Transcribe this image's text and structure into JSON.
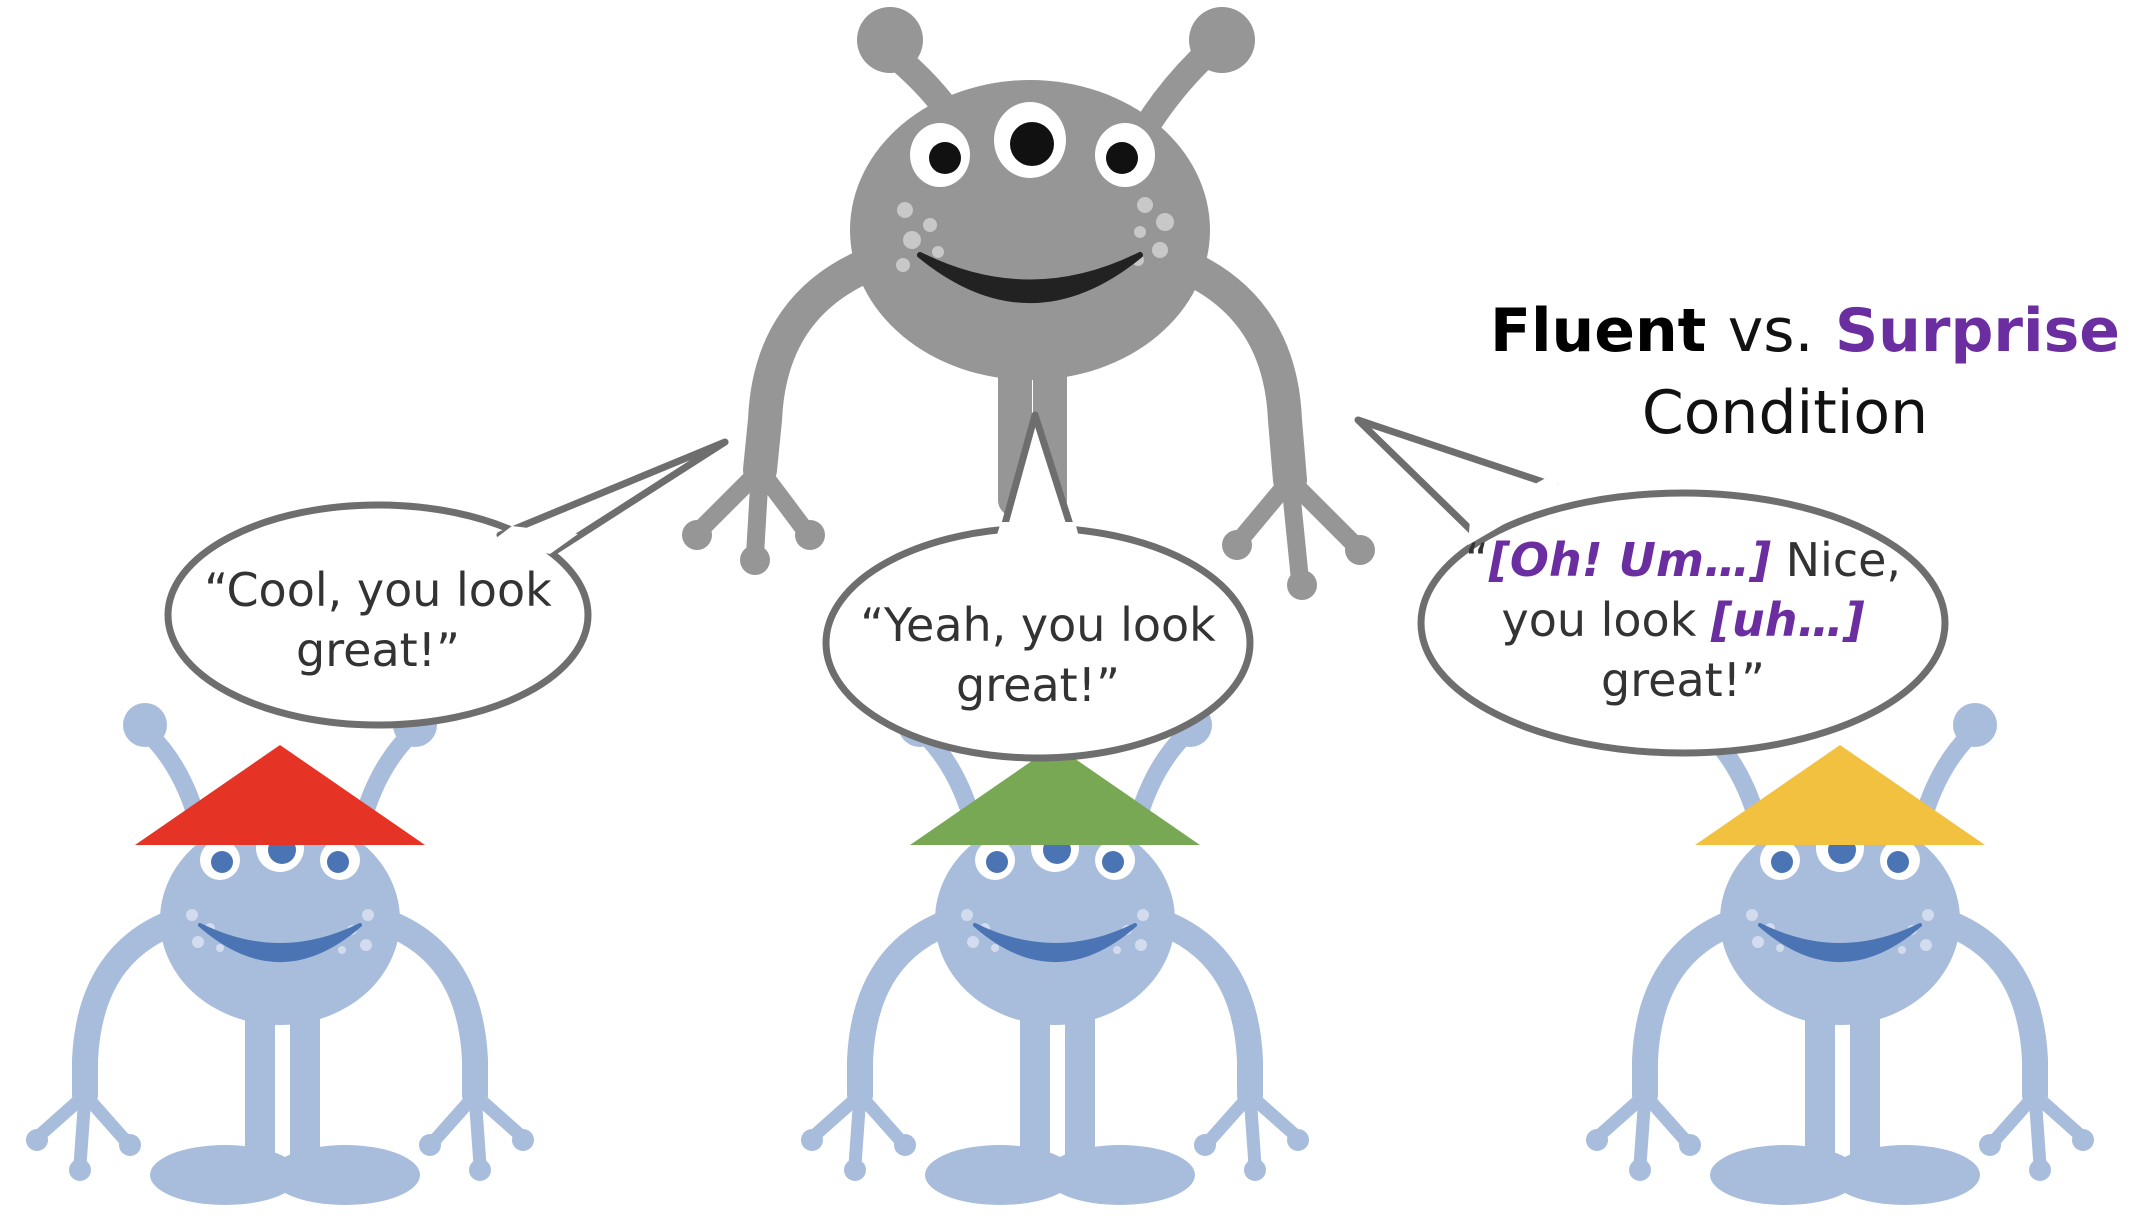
{
  "title": {
    "fluent": "Fluent",
    "vs": "vs.",
    "surprise": "Surprise",
    "condition": "Condition"
  },
  "bubbles": [
    {
      "quote_open": "“Cool, you look",
      "quote_close": "great!”"
    },
    {
      "quote_open": "“Yeah, you look",
      "quote_close": "great!”"
    },
    {
      "open_mark": "“",
      "filler1": "[Oh! Um…]",
      "after1": " Nice,",
      "line2": "you look ",
      "filler2": "[uh…]",
      "line3": "great!”"
    }
  ],
  "colors": {
    "speaker_body": "#969696",
    "listener_body": "#a8bcdc",
    "listener_features": "#4a74b4",
    "hat_red": "#e53325",
    "hat_green": "#78a853",
    "hat_yellow": "#f2c140",
    "surprise_purple": "#6b2ea0",
    "bubble_stroke": "#6e6e6e"
  },
  "icons": {
    "speaker": "gray-three-eyed-monster-icon",
    "listener": "blue-three-eyed-monster-icon",
    "hat": "triangle-hat-icon"
  }
}
